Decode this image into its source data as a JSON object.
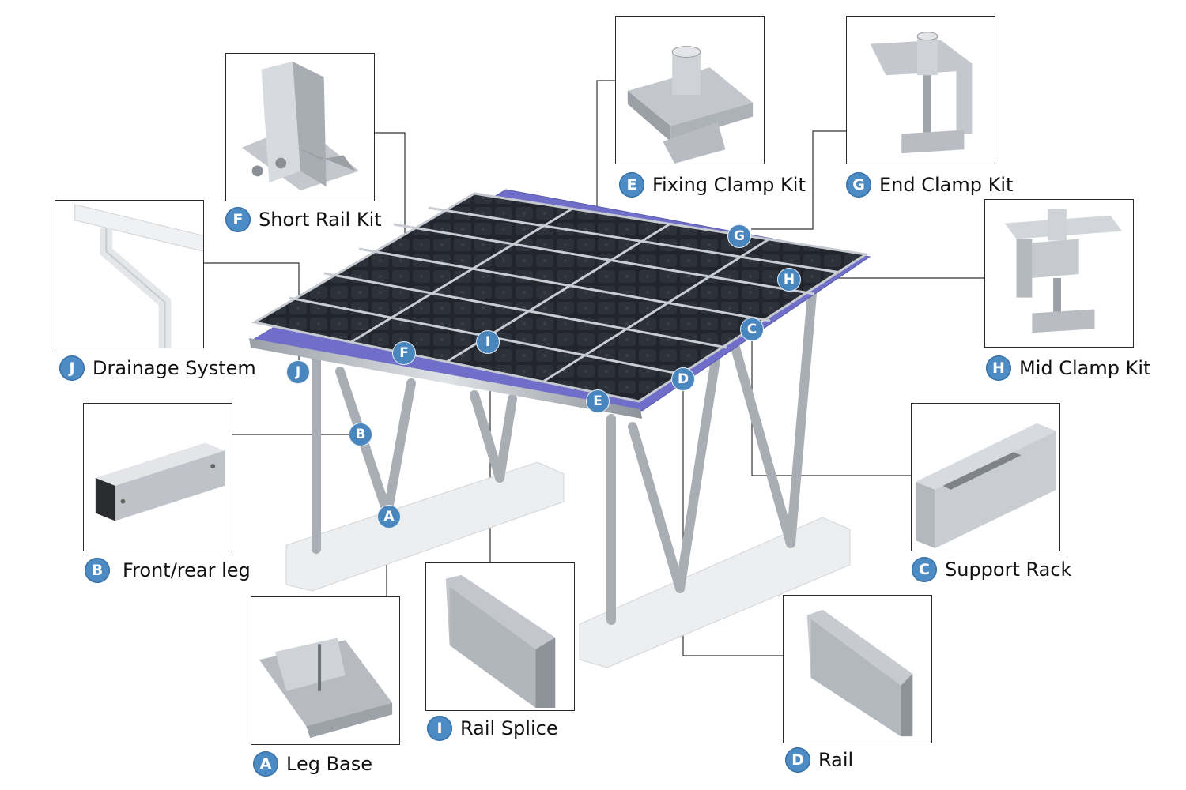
{
  "components": [
    {
      "key": "E",
      "letter": "E",
      "label": "Fixing Clamp Kit"
    },
    {
      "key": "G",
      "letter": "G",
      "label": "End Clamp Kit"
    },
    {
      "key": "F",
      "letter": "F",
      "label": "Short Rail Kit"
    },
    {
      "key": "J",
      "letter": "J",
      "label": "Drainage System"
    },
    {
      "key": "H",
      "letter": "H",
      "label": "Mid Clamp Kit"
    },
    {
      "key": "B",
      "letter": "B",
      "label": "Front/rear leg"
    },
    {
      "key": "C",
      "letter": "C",
      "label": "Support Rack"
    },
    {
      "key": "A",
      "letter": "A",
      "label": "Leg Base"
    },
    {
      "key": "I",
      "letter": "I",
      "label": "Rail Splice"
    },
    {
      "key": "D",
      "letter": "D",
      "label": "Rail"
    }
  ],
  "markers": {
    "G": "G",
    "H": "H",
    "C": "C",
    "I": "I",
    "F": "F",
    "J": "J",
    "E": "E",
    "D": "D",
    "B": "B",
    "A": "A"
  },
  "colors": {
    "badge": "#4d8bc4",
    "panel": "#1f2228",
    "roof": "#6f6fc9",
    "metal": "#b8bcc3",
    "concrete": "#ecedef",
    "line": "#333333"
  }
}
